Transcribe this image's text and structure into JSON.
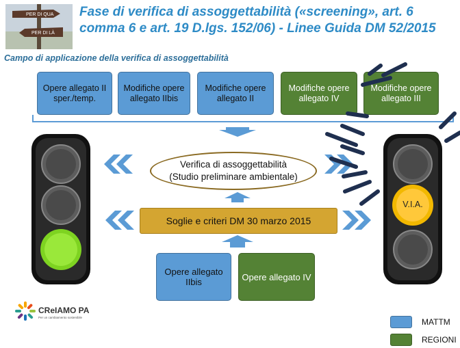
{
  "sign": {
    "line1": "PER DI QUA",
    "line2": "PER DI LÀ"
  },
  "header": {
    "title_line1": "Fase di verifica di assoggettabilità («screening», art. 6",
    "title_line2": "comma 6 e art. 19 D.lgs. 152/06) - Linee Guida DM 52/2015",
    "subtitle": "Campo di applicazione della verifica di assoggettabilità"
  },
  "top_boxes": [
    {
      "label": "Opere allegato II sper./temp.",
      "color": "#5b9bd5"
    },
    {
      "label": "Modifiche opere allegato IIbis",
      "color": "#5b9bd5"
    },
    {
      "label": "Modifiche opere allegato II",
      "color": "#5b9bd5"
    },
    {
      "label": "Modifiche opere allegato IV",
      "color": "#548235"
    },
    {
      "label": "Modifiche opere allegato III",
      "color": "#548235"
    }
  ],
  "verifica": {
    "line1": "Verifica di assoggettabilità",
    "line2": "(Studio preliminare ambientale)"
  },
  "soglie": "Soglie e criteri DM 30 marzo 2015",
  "bottom_boxes": [
    {
      "label": "Opere allegato IIbis",
      "color": "#5b9bd5"
    },
    {
      "label": "Opere allegato IV",
      "color": "#548235"
    }
  ],
  "traffic_light_right": {
    "label": "V.I.A."
  },
  "logo": {
    "name": "CReIAMO PA",
    "tagline": "Per un cambiamento sostenibile"
  },
  "legend": [
    {
      "label": "MATTM",
      "color": "#5b9bd5"
    },
    {
      "label": "REGIONI",
      "color": "#548235"
    }
  ]
}
